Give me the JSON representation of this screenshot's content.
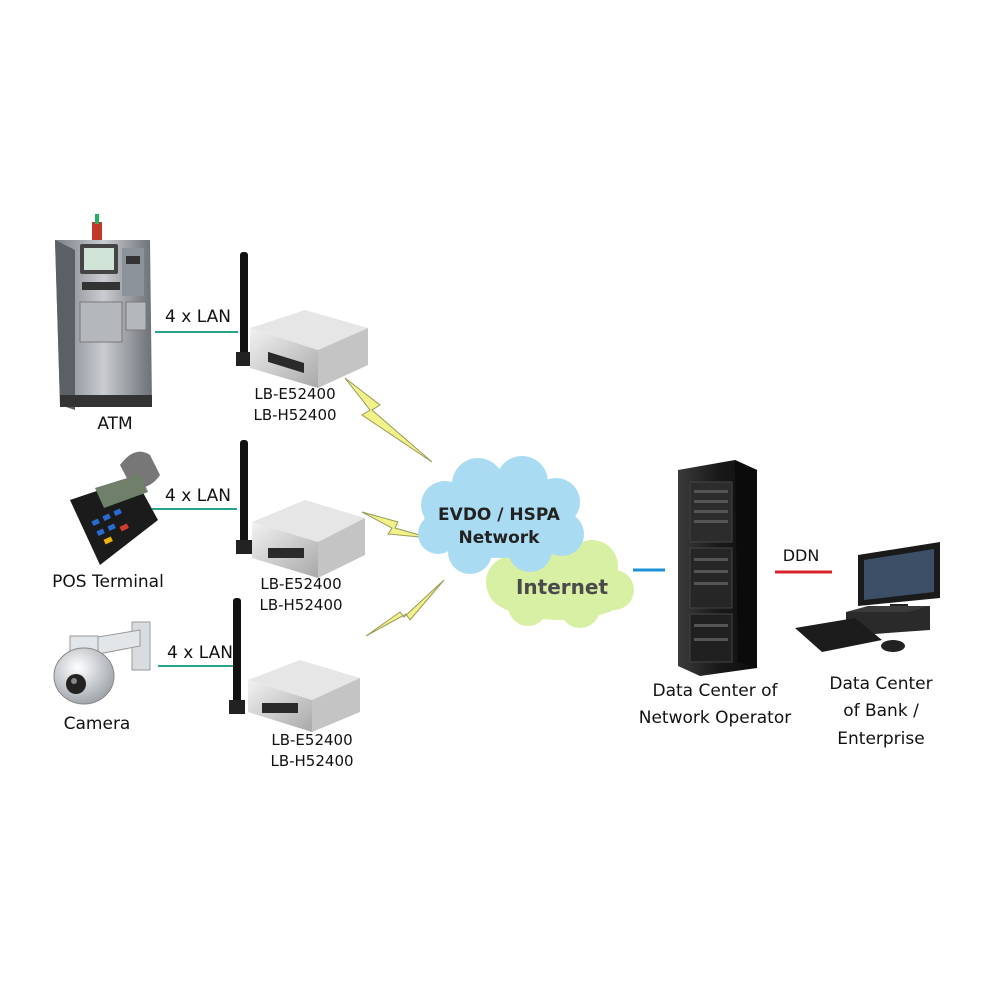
{
  "devices": {
    "atm": {
      "label": "ATM",
      "link": "4 x LAN"
    },
    "pos": {
      "label": "POS Terminal",
      "link": "4 x LAN"
    },
    "camera": {
      "label": "Camera",
      "link": "4 x LAN"
    }
  },
  "routers": [
    {
      "model_1": "LB-E52400",
      "model_2": "LB-H52400"
    },
    {
      "model_1": "LB-E52400",
      "model_2": "LB-H52400"
    },
    {
      "model_1": "LB-E52400",
      "model_2": "LB-H52400"
    }
  ],
  "clouds": {
    "cellular": {
      "line1": "EVDO / HSPA",
      "line2": "Network",
      "color": "#a9dcf2"
    },
    "internet": {
      "label": "Internet",
      "color": "#d7f0a3"
    }
  },
  "operator": {
    "line1": "Data Center of",
    "line2": "Network Operator",
    "link_color": "#1e90d6"
  },
  "bank": {
    "line1": "Data Center",
    "line2": "of Bank /",
    "line3": "Enterprise",
    "link": "DDN",
    "link_color": "#d9232e"
  },
  "colors": {
    "lan_link": "#2aa38c",
    "bolt": "#f2f28a",
    "bolt_stroke": "#9a9a5a"
  }
}
